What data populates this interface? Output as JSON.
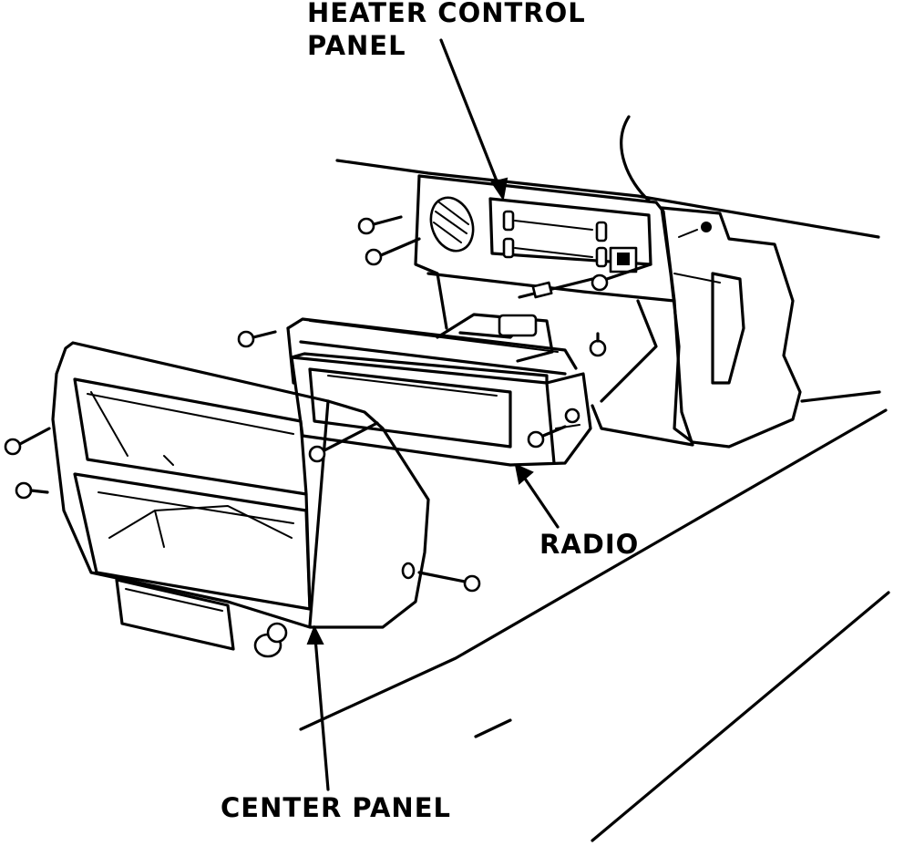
{
  "labels": {
    "heater_control_panel_line1": "HEATER CONTROL",
    "heater_control_panel_line2": "PANEL",
    "radio": "RADIO",
    "center_panel": "CENTER PANEL"
  },
  "colors": {
    "ink": "#000000",
    "paper": "#ffffff"
  }
}
